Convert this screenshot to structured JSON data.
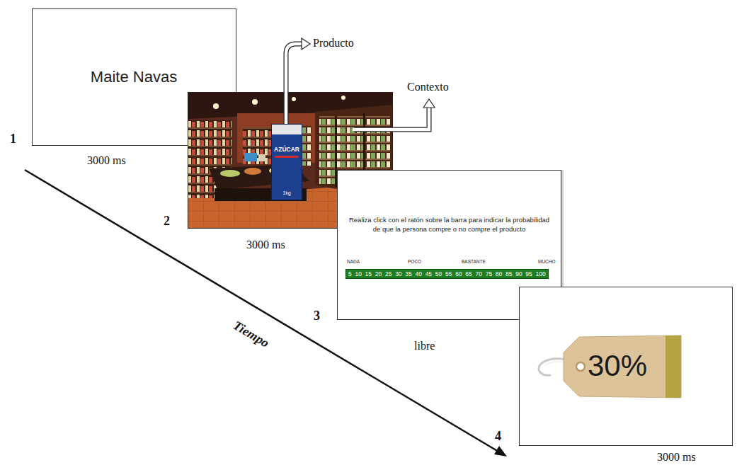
{
  "diagram": {
    "nodes": [
      {
        "text": [
          "Maite Navas"
        ]
      },
      {
        "text": [
          "AZÚCAR",
          "1kg"
        ]
      },
      {
        "text": [
          "Realiza click con el ratón sobre la barra para indicar la probabilidad de que la persona compre o no compre el producto"
        ]
      },
      {
        "text": [
          "30%"
        ]
      }
    ],
    "labels": [
      "1",
      "3000 ms",
      "2",
      "3000 ms",
      "Producto",
      "Contexto",
      "NADA",
      "POCO",
      "BASTANTE",
      "MUCHO",
      "5",
      "10",
      "15",
      "20",
      "25",
      "30",
      "35",
      "40",
      "45",
      "50",
      "55",
      "60",
      "65",
      "70",
      "75",
      "80",
      "85",
      "90",
      "95",
      "100",
      "3",
      "libre",
      "Tiempo",
      "4",
      "3000 ms"
    ]
  }
}
